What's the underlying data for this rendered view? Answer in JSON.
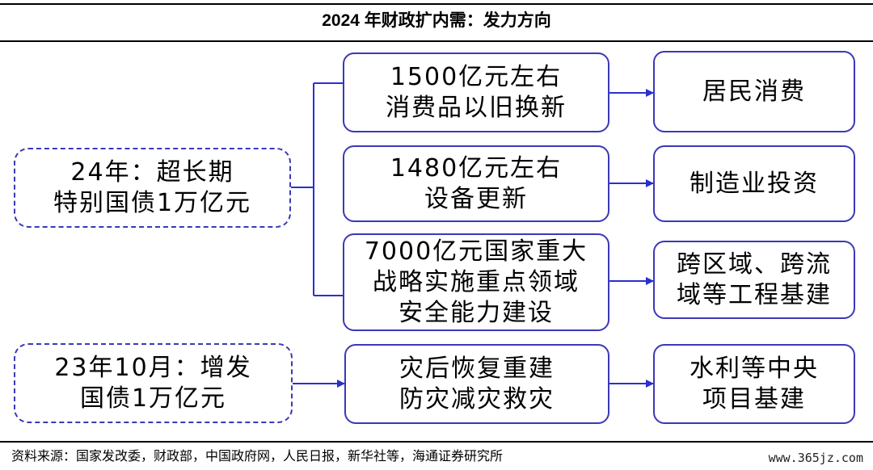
{
  "title": "2024 年财政扩内需：发力方向",
  "sources": [
    {
      "lines": [
        "24年：超长期",
        "特别国债1万亿元"
      ]
    },
    {
      "lines": [
        "23年10月：增发",
        "国债1万亿元"
      ]
    }
  ],
  "uses": [
    {
      "lines": [
        "1500亿元左右",
        "消费品以旧换新"
      ]
    },
    {
      "lines": [
        "1480亿元左右",
        "设备更新"
      ]
    },
    {
      "lines": [
        "7000亿元国家重大",
        "战略实施重点领域",
        "安全能力建设"
      ]
    },
    {
      "lines": [
        "灾后恢复重建",
        "防灾减灾救灾"
      ]
    }
  ],
  "directions": [
    {
      "lines": [
        "居民消费"
      ]
    },
    {
      "lines": [
        "制造业投资"
      ]
    },
    {
      "lines": [
        "跨区域、跨流",
        "域等工程基建"
      ]
    },
    {
      "lines": [
        "水利等中央",
        "项目基建"
      ]
    }
  ],
  "footer": {
    "source": "资料来源：国家发改委，财政部，中国政府网，人民日报，新华社等，海通证券研究所",
    "watermark": "www.365jz.com"
  },
  "colors": {
    "border": "#3b38b8",
    "arrow": "#2b2fd0"
  }
}
